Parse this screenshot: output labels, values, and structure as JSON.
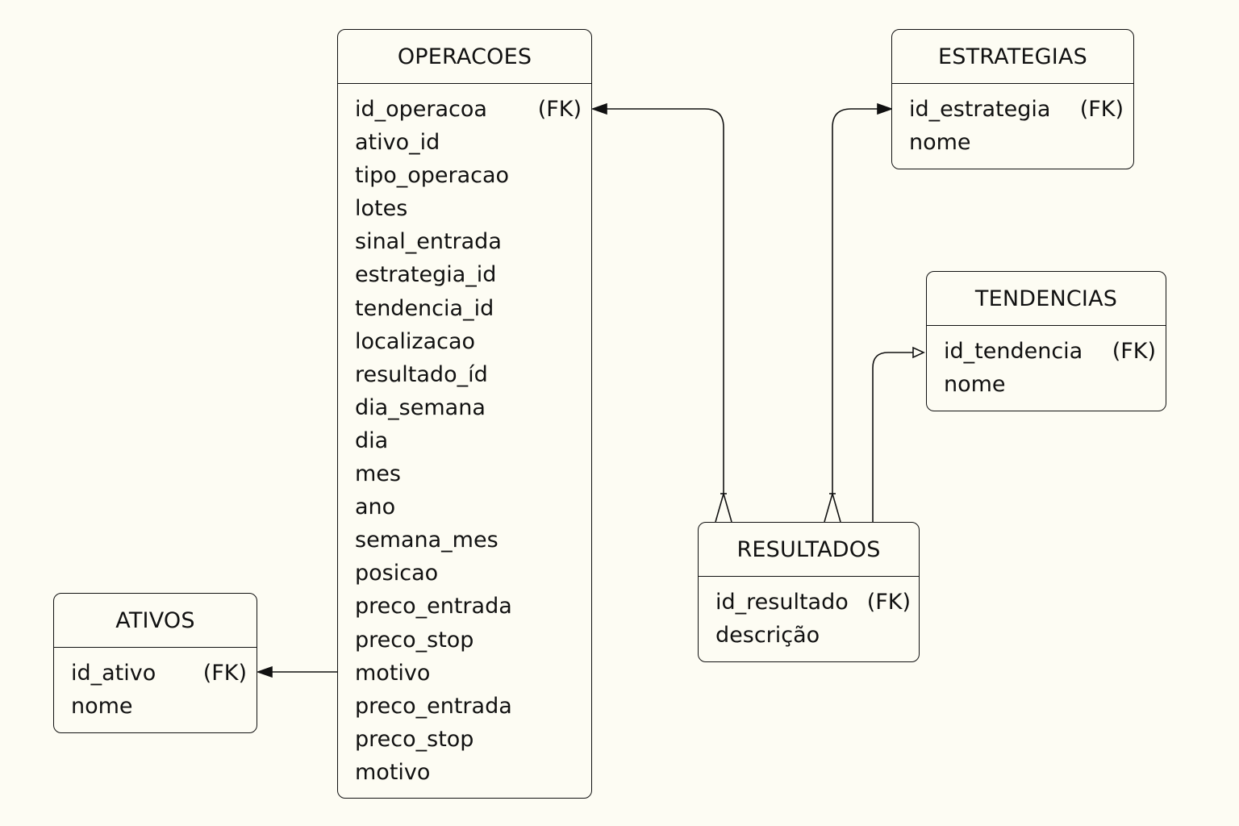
{
  "entities": {
    "operacoes": {
      "title": "OPERACOES",
      "attributes": [
        {
          "name": "id_operacoa",
          "key": "(FK)"
        },
        {
          "name": "ativo_id",
          "key": ""
        },
        {
          "name": "tipo_operacao",
          "key": ""
        },
        {
          "name": "lotes",
          "key": ""
        },
        {
          "name": "sinal_entrada",
          "key": ""
        },
        {
          "name": "estrategia_id",
          "key": ""
        },
        {
          "name": "tendencia_id",
          "key": ""
        },
        {
          "name": "localizacao",
          "key": ""
        },
        {
          "name": "resultado_íd",
          "key": ""
        },
        {
          "name": "dia_semana",
          "key": ""
        },
        {
          "name": "dia",
          "key": ""
        },
        {
          "name": "mes",
          "key": ""
        },
        {
          "name": "ano",
          "key": ""
        },
        {
          "name": "semana_mes",
          "key": ""
        },
        {
          "name": "posicao",
          "key": ""
        },
        {
          "name": "preco_entrada",
          "key": ""
        },
        {
          "name": "preco_stop",
          "key": ""
        },
        {
          "name": "motivo",
          "key": ""
        },
        {
          "name": "preco_entrada",
          "key": ""
        },
        {
          "name": "preco_stop",
          "key": ""
        },
        {
          "name": "motivo",
          "key": ""
        }
      ]
    },
    "estrategias": {
      "title": "ESTRATEGIAS",
      "attributes": [
        {
          "name": "id_estrategia",
          "key": "(FK)"
        },
        {
          "name": "nome",
          "key": ""
        }
      ]
    },
    "tendencias": {
      "title": "TENDENCIAS",
      "attributes": [
        {
          "name": "id_tendencia",
          "key": "(FK)"
        },
        {
          "name": "nome",
          "key": ""
        }
      ]
    },
    "resultados": {
      "title": "RESULTADOS",
      "attributes": [
        {
          "name": "id_resultado",
          "key": "(FK)"
        },
        {
          "name": "descrição",
          "key": ""
        }
      ]
    },
    "ativos": {
      "title": "ATIVOS",
      "attributes": [
        {
          "name": "id_ativo",
          "key": "(FK)"
        },
        {
          "name": "nome",
          "key": ""
        }
      ]
    }
  },
  "relationships": [
    {
      "from": "resultados",
      "to": "operacoes",
      "from_end": "crow-foot",
      "to_end": "filled-arrow"
    },
    {
      "from": "resultados",
      "to": "estrategias",
      "from_end": "crow-foot",
      "to_end": "filled-arrow"
    },
    {
      "from": "resultados",
      "to": "tendencias",
      "from_end": "none",
      "to_end": "open-arrow"
    },
    {
      "from": "operacoes",
      "to": "ativos",
      "from_end": "none",
      "to_end": "filled-arrow"
    }
  ],
  "colors": {
    "background": "#fdfcf3",
    "line": "#111111"
  }
}
